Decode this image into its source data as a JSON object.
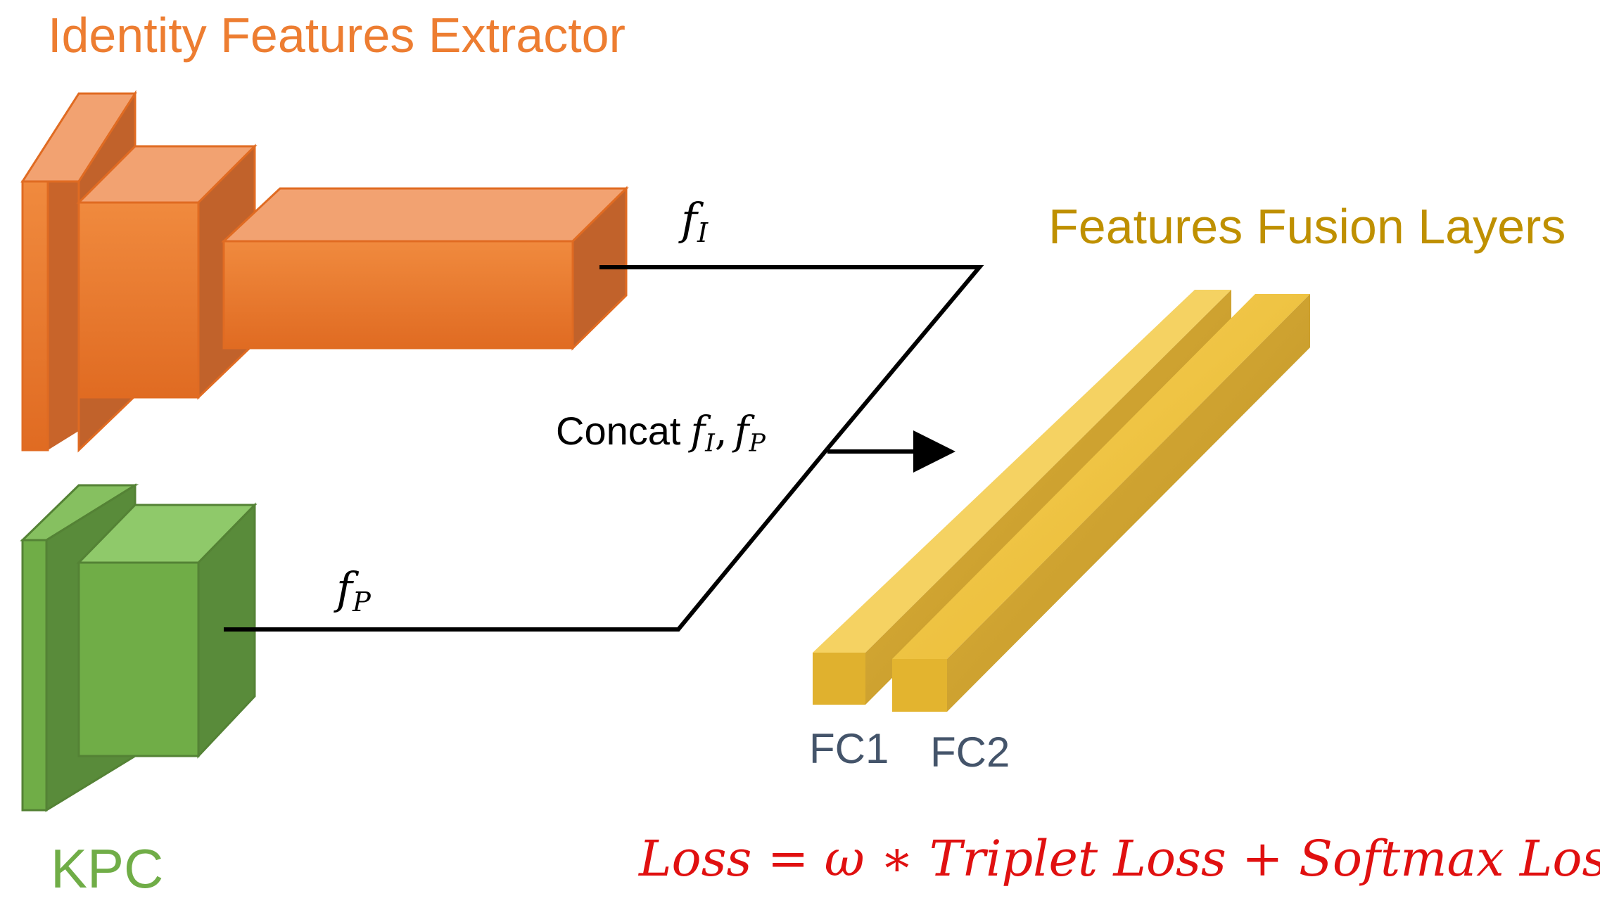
{
  "titles": {
    "extractor": "Identity Features Extractor",
    "fusion": "Features Fusion Layers",
    "kpc": "KPC"
  },
  "labels": {
    "fc1": "FC1",
    "fc2": "FC2",
    "f": "f",
    "sub_I": "I",
    "sub_P": "P",
    "concat_word": "Concat",
    "comma": ","
  },
  "loss_formula": "Loss =  ω  ∗ Triplet Loss + Softmax Loss",
  "colors": {
    "extractor_title": "#ED7D31",
    "fusion_title": "#BF9000",
    "kpc_title": "#70AD47",
    "fc_label": "#44546A",
    "loss_text": "#E01010",
    "line": "#000000"
  }
}
